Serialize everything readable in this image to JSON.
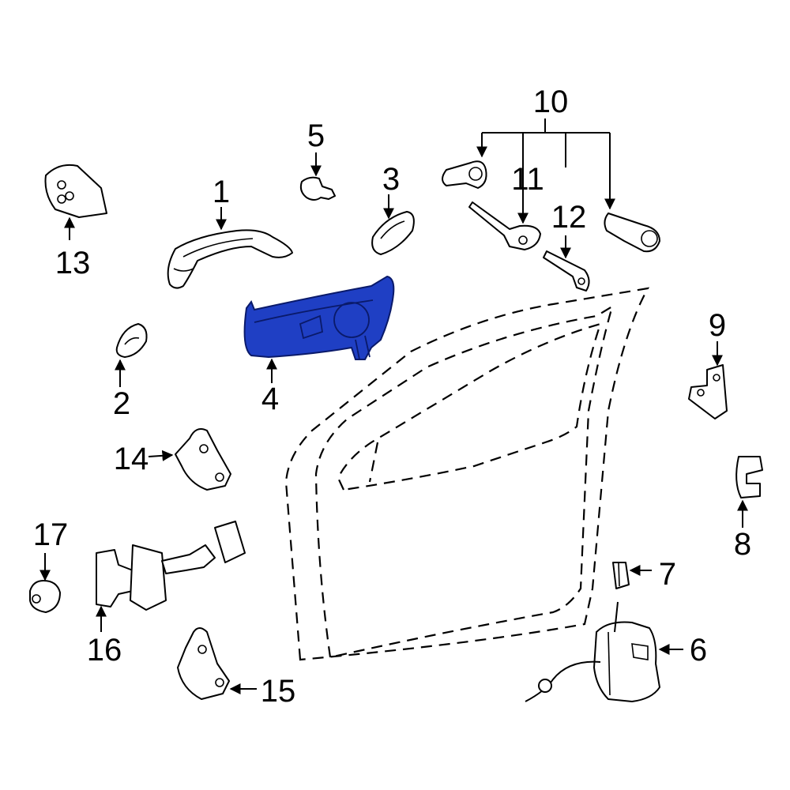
{
  "highlight_color": "#1f3fc4",
  "labels": {
    "p1": "1",
    "p2": "2",
    "p3": "3",
    "p4": "4",
    "p5": "5",
    "p6": "6",
    "p7": "7",
    "p8": "8",
    "p9": "9",
    "p10": "10",
    "p11": "11",
    "p12": "12",
    "p13": "13",
    "p14": "14",
    "p15": "15",
    "p16": "16",
    "p17": "17"
  },
  "highlighted_part": "4"
}
